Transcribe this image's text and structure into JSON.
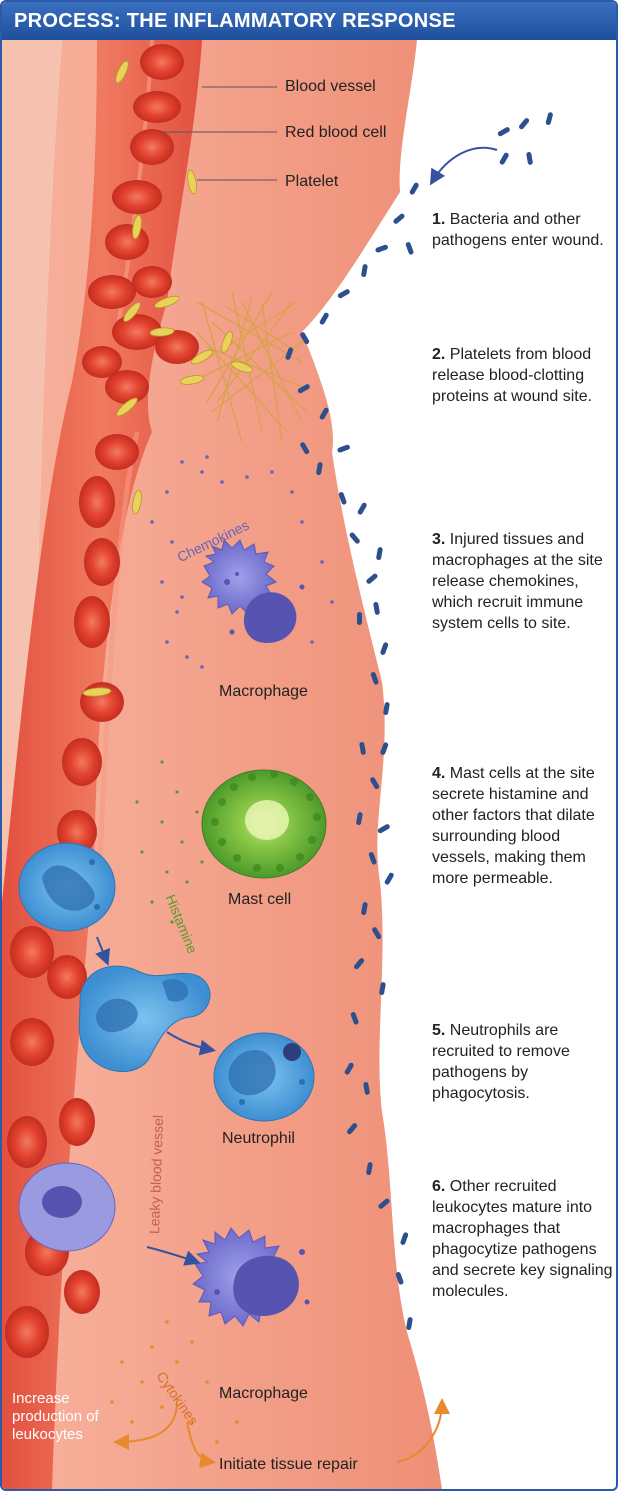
{
  "header": {
    "title": "PROCESS: THE INFLAMMATORY RESPONSE"
  },
  "labels": {
    "blood_vessel": "Blood vessel",
    "red_blood_cell": "Red blood cell",
    "platelet": "Platelet",
    "chemokines": "Chemokines",
    "macrophage_1": "Macrophage",
    "mast_cell": "Mast cell",
    "histamine": "Histamine",
    "leaky_vessel": "Leaky blood vessel",
    "neutrophil": "Neutrophil",
    "cytokines": "Cytokines",
    "macrophage_2": "Macrophage",
    "increase_leukocytes": "Increase production of leukocytes",
    "tissue_repair": "Initiate tissue repair"
  },
  "steps": [
    {
      "num": "1.",
      "text": "Bacteria and other pathogens enter wound."
    },
    {
      "num": "2.",
      "text": "Platelets from blood release blood-clotting proteins at wound site."
    },
    {
      "num": "3.",
      "text": "Injured tissues and macrophages at the site release chemokines, which recruit immune system cells to site."
    },
    {
      "num": "4.",
      "text": "Mast cells at the site secrete histamine and other factors that dilate surrounding blood vessels, making them more permeable."
    },
    {
      "num": "5.",
      "text": "Neutrophils are recruited to remove pathogens by phagocytosis."
    },
    {
      "num": "6.",
      "text": "Other recruited leukocytes mature into macrophages that phagocytize pathogens and secrete key signaling molecules."
    }
  ],
  "colors": {
    "header": "#2a5aa8",
    "tissue": "#f5a48c",
    "vessel": "#e85a4a",
    "rbc": "#e0402e",
    "bacteria": "#2d4f8e",
    "macrophage": "#7f7fd6",
    "mast_cell": "#6db83a",
    "neutrophil": "#4aa0dc",
    "orange_arrow": "#e8892e",
    "chemokine_text": "#6a63b8",
    "histamine_text": "#5a9a2a",
    "cytokine_text": "#d9702a"
  }
}
